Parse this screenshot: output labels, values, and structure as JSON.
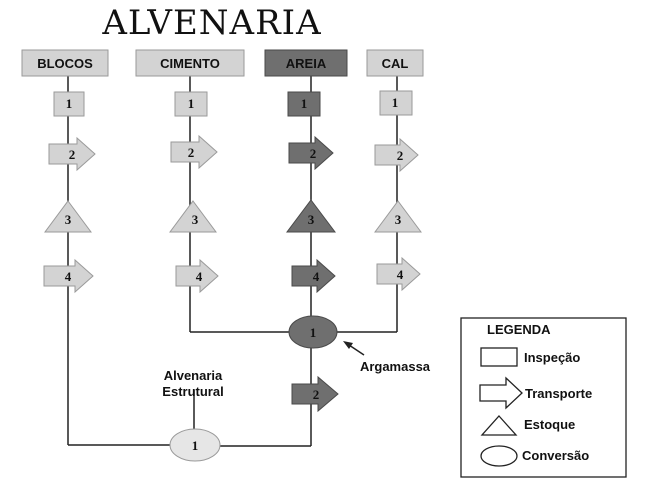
{
  "title": "ALVENARIA",
  "columns": [
    {
      "name": "BLOCOS",
      "tone": "light"
    },
    {
      "name": "CIMENTO",
      "tone": "light"
    },
    {
      "name": "AREIA",
      "tone": "dark"
    },
    {
      "name": "CAL",
      "tone": "light"
    }
  ],
  "steps": {
    "inspecao": "1",
    "transporte": "2",
    "estoque": "3",
    "transporte2": "4"
  },
  "conversions": {
    "argamassa_num": "1",
    "argamassa_label": "Argamassa",
    "transporte_num": "2",
    "estrutural_num": "1",
    "estrutural_label_1": "Alvenaria",
    "estrutural_label_2": "Estrutural"
  },
  "legend": {
    "title": "LEGENDA",
    "items": [
      "Inspeção",
      "Transporte",
      "Estoque",
      "Conversão"
    ]
  },
  "colors": {
    "light_fill": "#d3d3d3",
    "light_stroke": "#9a9a9a",
    "dark_fill": "#6f6f6f",
    "dark_stroke": "#4a4a4a",
    "ellipse_light": "#e6e6e6"
  }
}
